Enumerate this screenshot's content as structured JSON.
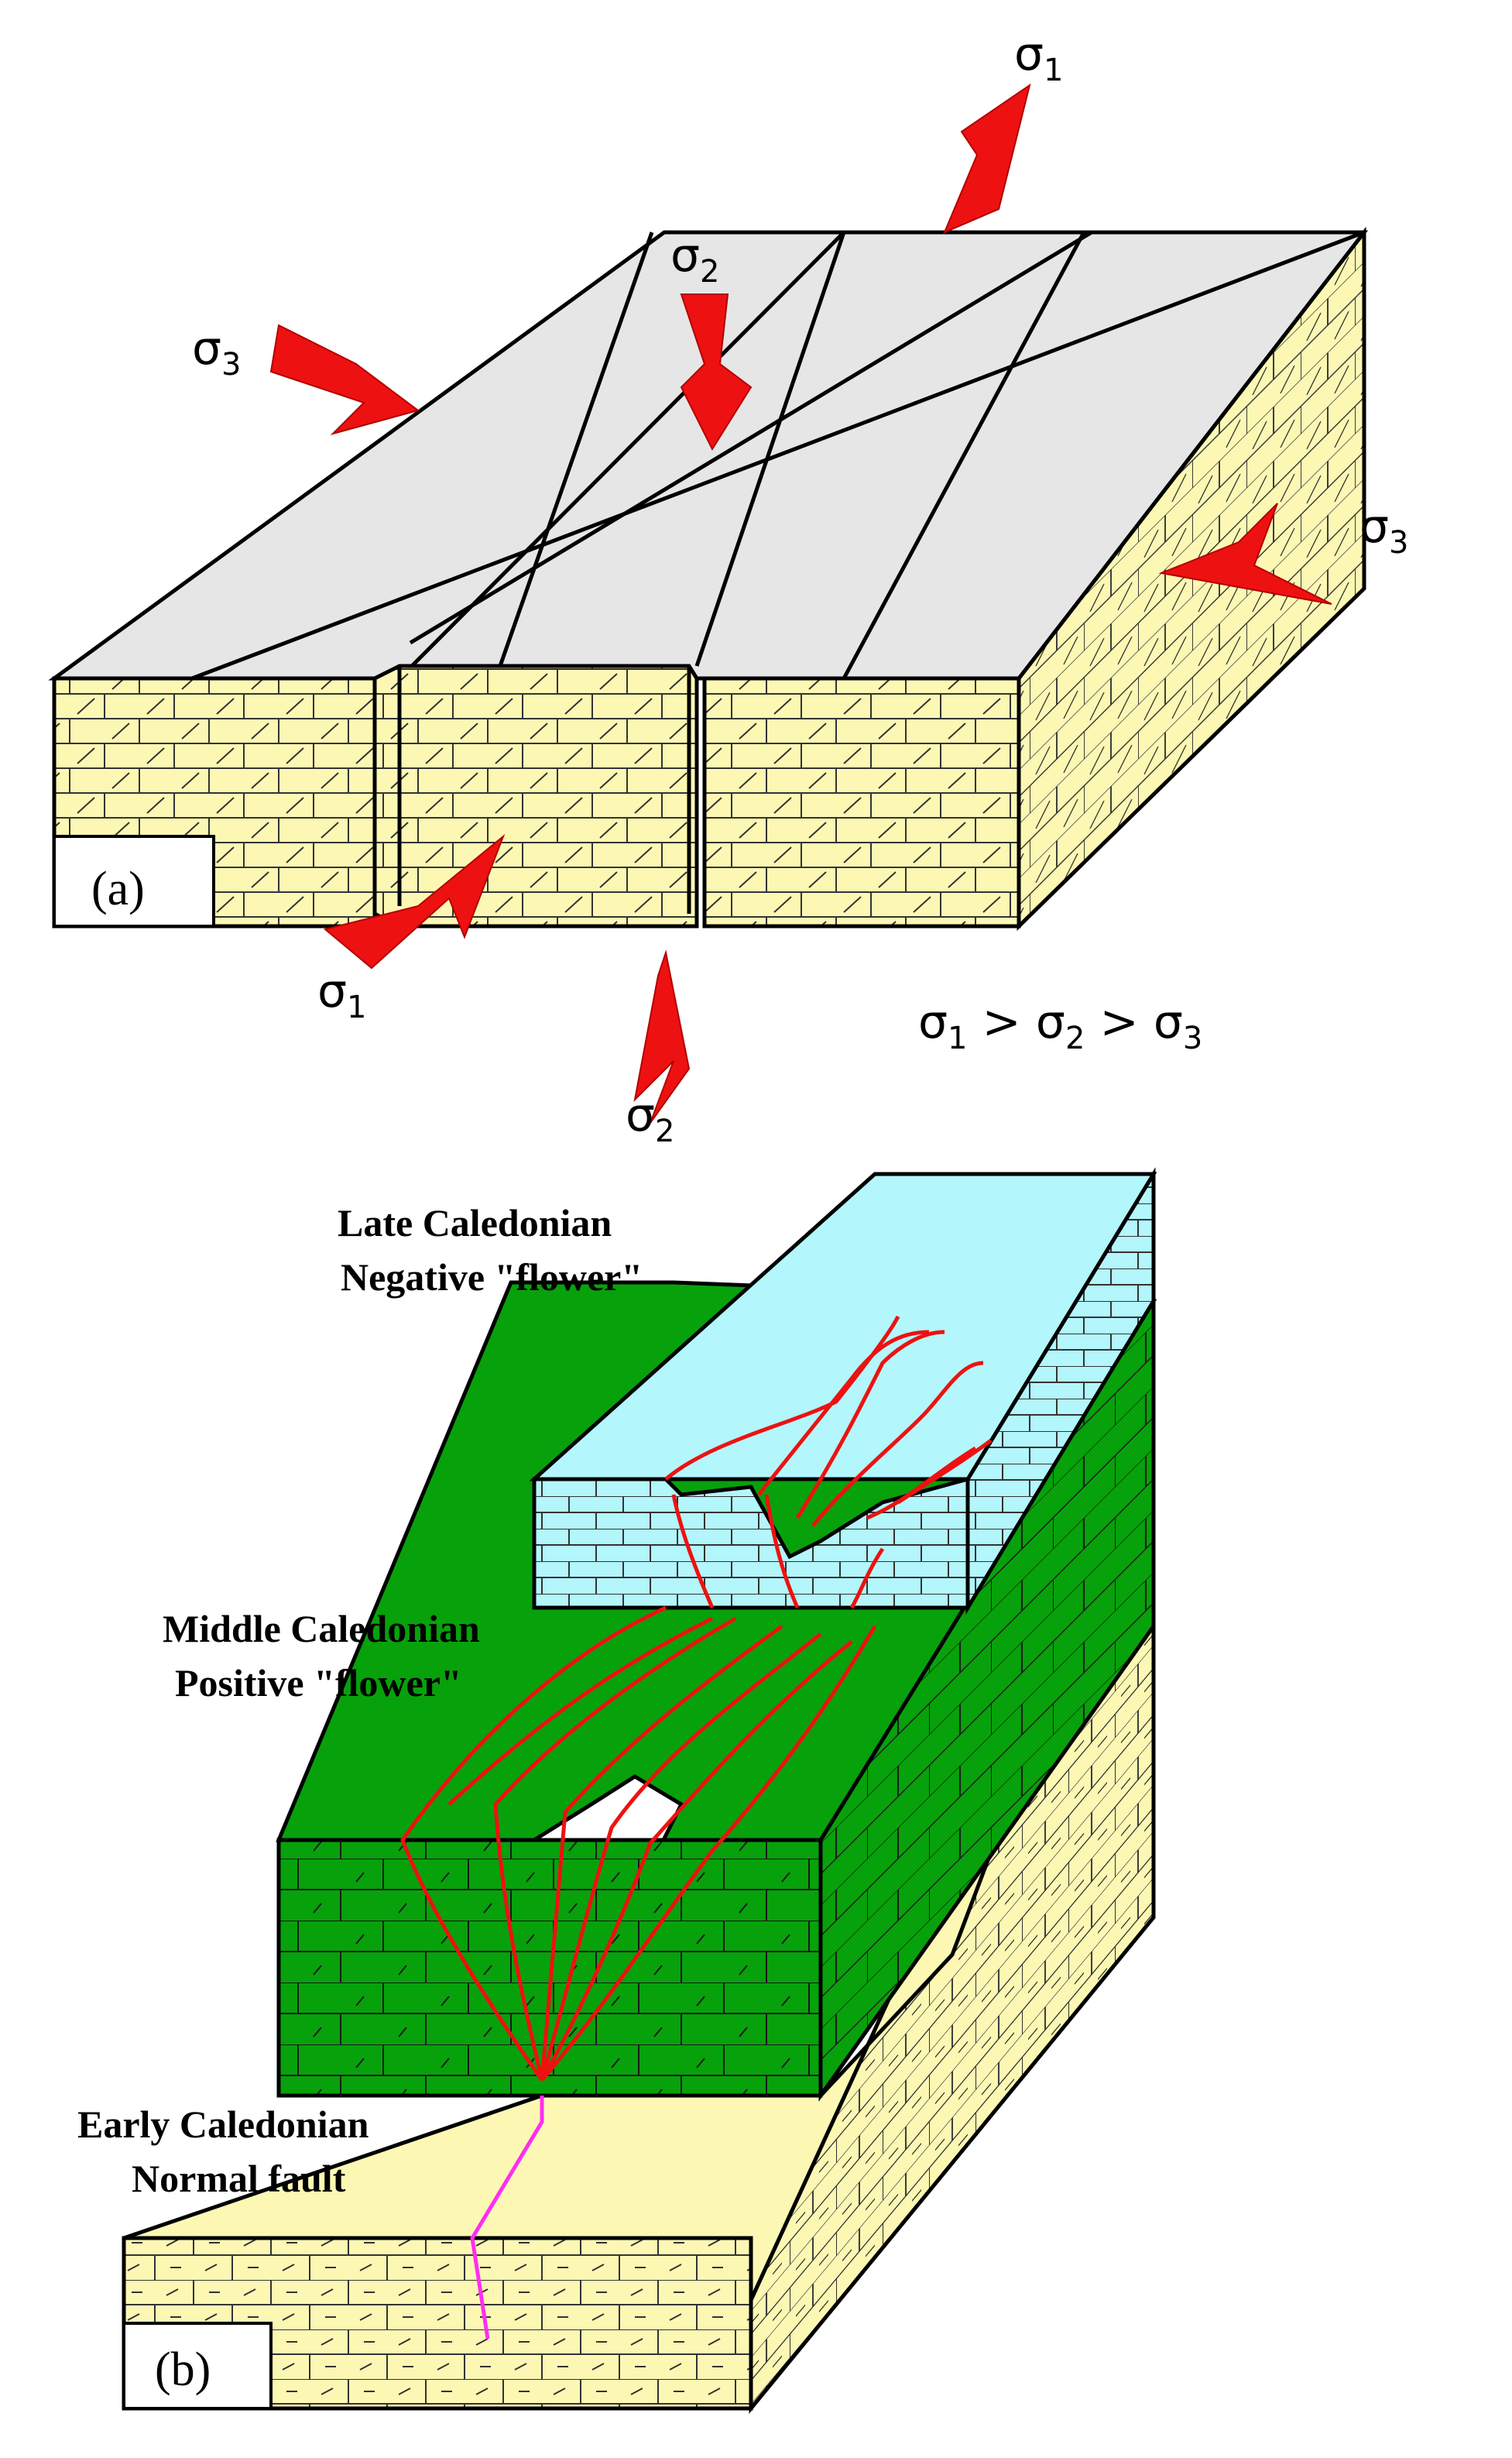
{
  "panel_a": {
    "label": "(a)",
    "stress_labels": [
      {
        "symbol": "σ",
        "sub": "1"
      },
      {
        "symbol": "σ",
        "sub": "2"
      },
      {
        "symbol": "σ",
        "sub": "3"
      },
      {
        "symbol": "σ",
        "sub": "3"
      },
      {
        "symbol": "σ",
        "sub": "1"
      },
      {
        "symbol": "σ",
        "sub": "2"
      }
    ],
    "relation": {
      "s1": "σ",
      "sub1": "1",
      "gt1": " > ",
      "s2": "σ",
      "sub2": "2",
      "gt2": " > ",
      "s3": "σ",
      "sub3": "3"
    }
  },
  "panel_b": {
    "label": "(b)",
    "late": {
      "line1": "Late Caledonian",
      "line2": "Negative \"flower\""
    },
    "middle": {
      "line1": "Middle Caledonian",
      "line2": "Positive \"flower\""
    },
    "early": {
      "line1": "Early Caledonian",
      "line2": "Normal fault"
    }
  },
  "colors": {
    "limestone": "#fcf8b4",
    "top_surface": "#e6e6e6",
    "late_layer": "#b3f6fc",
    "middle_layer": "#07a10b",
    "arrow": "#ee1111",
    "flower_fault": "#ee1111",
    "normal_fault": "#ff2ef0"
  },
  "icons": [
    "stress-arrow",
    "limestone-pattern",
    "block-diagram"
  ]
}
